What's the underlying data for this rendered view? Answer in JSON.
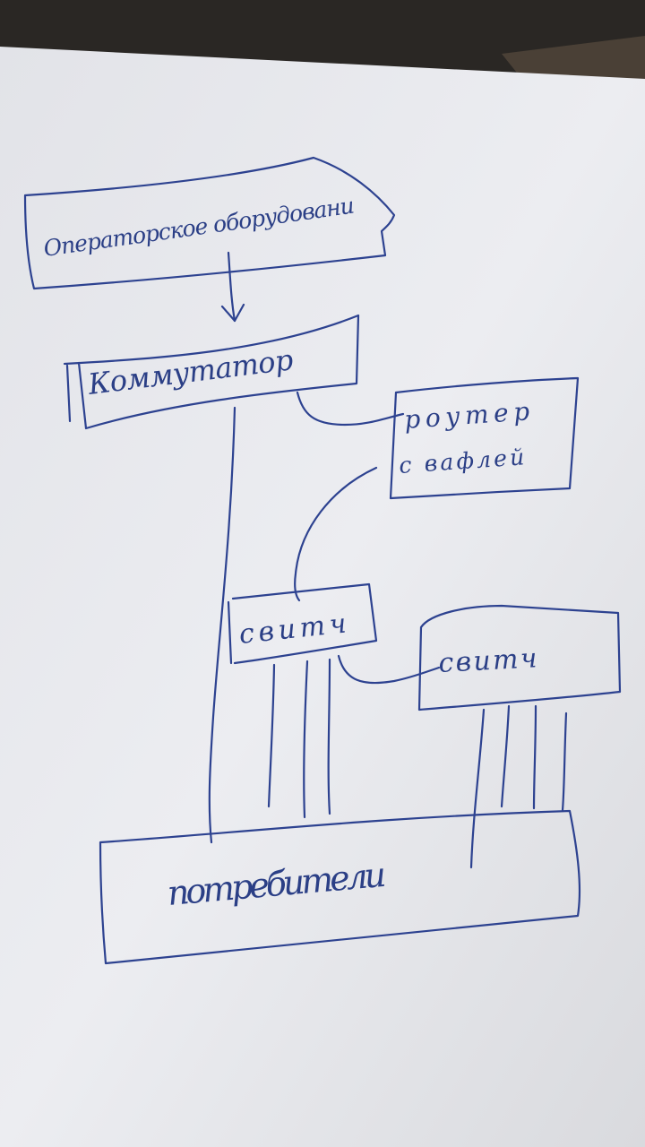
{
  "diagram": {
    "ink_color": "#2d4290",
    "paper_color": "#e9eaee",
    "background_color": "#2a2724",
    "nodes": {
      "operator": {
        "label": "Операторское оборудовани"
      },
      "commutator": {
        "label": "Коммутатор"
      },
      "router": {
        "label_line1": "роутер",
        "label_line2": "с вафлей"
      },
      "switch1": {
        "label": "свитч"
      },
      "switch2": {
        "label": "свитч"
      },
      "consumer": {
        "label": "потребители"
      }
    },
    "edges": [
      {
        "from": "operator",
        "to": "commutator",
        "arrow": true
      },
      {
        "from": "commutator",
        "to": "router"
      },
      {
        "from": "router",
        "to": "switch1"
      },
      {
        "from": "switch1",
        "to": "switch2"
      },
      {
        "from": "commutator",
        "to": "consumer"
      },
      {
        "from": "switch1",
        "to": "consumer",
        "count": 3
      },
      {
        "from": "switch2",
        "to": "consumer",
        "count": 4
      }
    ]
  }
}
